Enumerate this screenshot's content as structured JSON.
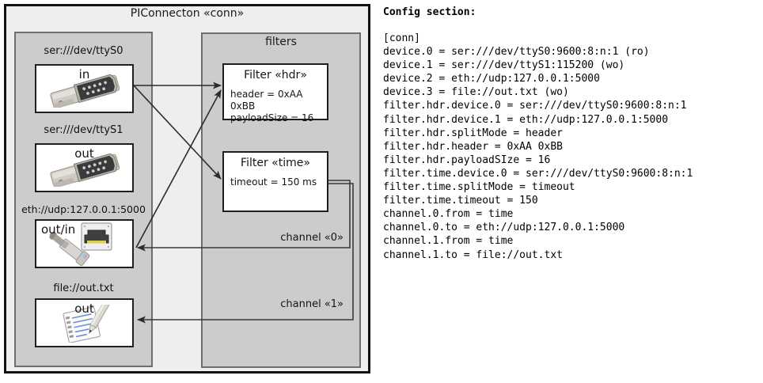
{
  "diagram": {
    "title": "PIConnecton «conn»",
    "devices_panel": {
      "name": "devices",
      "items": [
        {
          "label": "ser:///dev/ttyS0",
          "direction": "in",
          "icon": "serial-port-icon"
        },
        {
          "label": "ser:///dev/ttyS1",
          "direction": "out",
          "icon": "serial-port-icon"
        },
        {
          "label": "eth://udp:127.0.0.1:5000",
          "direction": "out/in",
          "icon": "ethernet-jack-icon"
        },
        {
          "label": "file://out.txt",
          "direction": "out",
          "icon": "text-file-icon"
        }
      ]
    },
    "filters_panel": {
      "title": "filters",
      "filters": [
        {
          "title": "Filter «hdr»",
          "props": [
            "header = 0xAA 0xBB",
            "payloadSize = 16"
          ]
        },
        {
          "title": "Filter «time»",
          "props": [
            "timeout = 150 ms"
          ]
        }
      ],
      "channels": [
        {
          "label": "channel «0»"
        },
        {
          "label": "channel «1»"
        }
      ]
    },
    "colors": {
      "page_background": "#ffffff",
      "outer_frame_fill": "#eeeeee",
      "outer_frame_border": "#111111",
      "panel_fill": "#cccccc",
      "panel_border": "#6e6e6e",
      "box_fill": "#ffffff",
      "box_border": "#1f1f1f",
      "connector_line": "#2b2b2b",
      "text": "#111111"
    }
  },
  "config": {
    "heading": "Config section:",
    "lines": [
      "[conn]",
      "device.0 = ser:///dev/ttyS0:9600:8:n:1 (ro)",
      "device.1 = ser:///dev/ttyS1:115200 (wo)",
      "device.2 = eth://udp:127.0.0.1:5000",
      "device.3 = file://out.txt (wo)",
      "filter.hdr.device.0 = ser:///dev/ttyS0:9600:8:n:1",
      "filter.hdr.device.1 = eth://udp:127.0.0.1:5000",
      "filter.hdr.splitMode = header",
      "filter.hdr.header = 0xAA 0xBB",
      "filter.hdr.payloadSIze = 16",
      "filter.time.device.0 = ser:///dev/ttyS0:9600:8:n:1",
      "filter.time.splitMode = timeout",
      "filter.time.timeout = 150",
      "channel.0.from = time",
      "channel.0.to = eth://udp:127.0.0.1:5000",
      "channel.1.from = time",
      "channel.1.to = file://out.txt"
    ]
  }
}
